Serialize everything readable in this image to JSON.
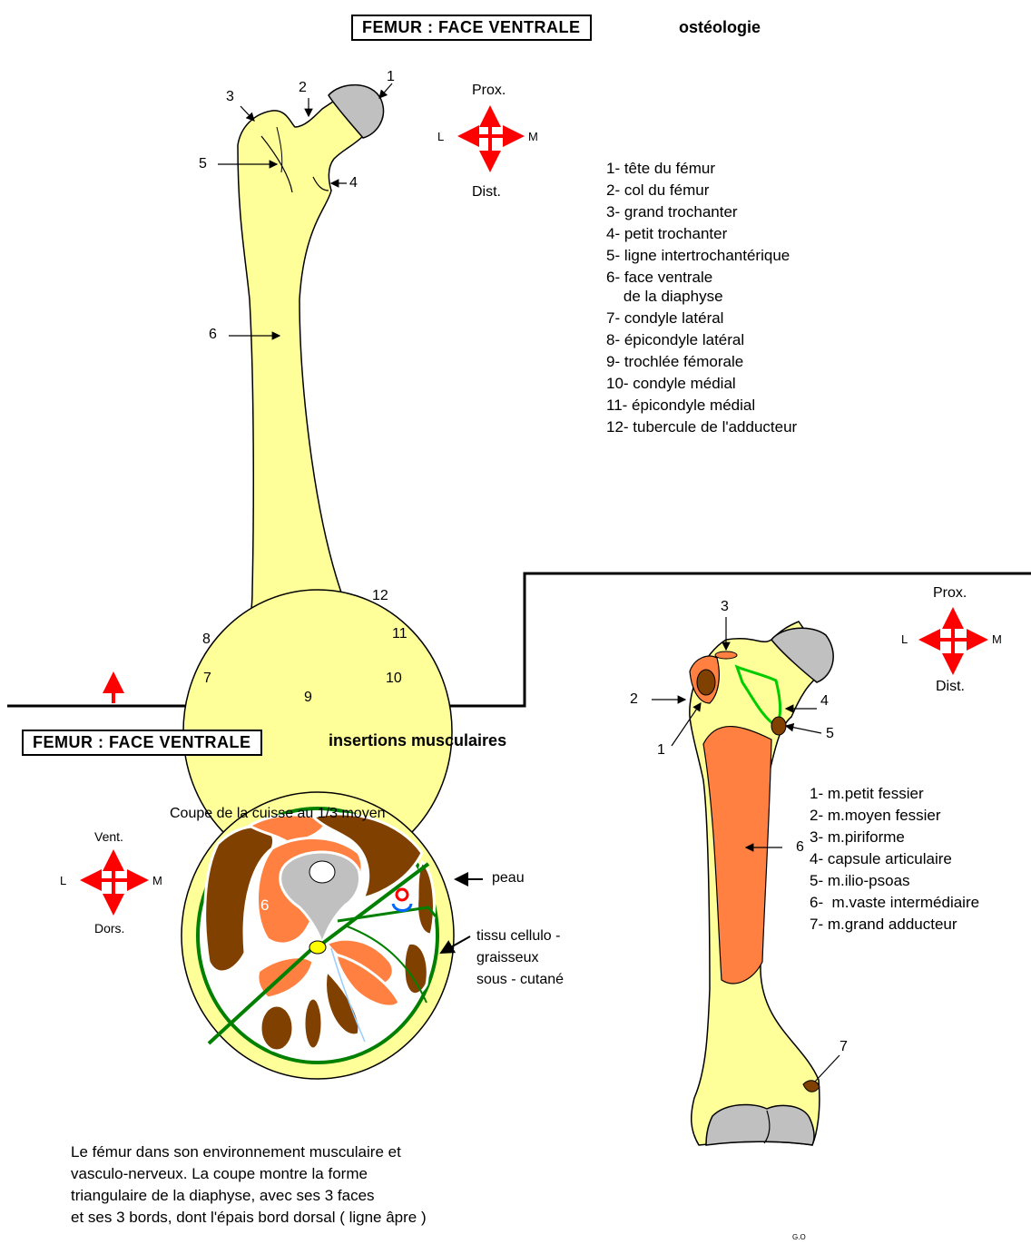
{
  "top": {
    "title": "FEMUR  :  FACE VENTRALE",
    "subtitle": "ostéologie",
    "legend": [
      "1- tête du fémur",
      "2- col du fémur",
      "3- grand trochanter",
      "4- petit trochanter",
      "5- ligne intertrochantérique",
      "6- face ventrale",
      "    de la diaphyse",
      "7- condyle latéral",
      "8- épicondyle latéral",
      "9- trochlée fémorale",
      "10- condyle médial",
      "11- épicondyle médial",
      "12- tubercule de l'adducteur"
    ],
    "labels": {
      "n1": "1",
      "n2": "2",
      "n3": "3",
      "n4": "4",
      "n5": "5",
      "n6": "6",
      "n7": "7",
      "n8": "8",
      "n9": "9",
      "n10": "10",
      "n11": "11",
      "n12": "12"
    }
  },
  "orientation": {
    "prox": "Prox.",
    "dist": "Dist.",
    "l": "L",
    "m": "M",
    "vent": "Vent.",
    "dors": "Dors."
  },
  "bottom": {
    "title": "FEMUR  :  FACE VENTRALE",
    "subtitle": "insertions musculaires",
    "section_title": "Coupe de la cuisse au 1/3 moyen",
    "peau": "peau",
    "tissu": [
      "tissu cellulo -",
      "graisseux",
      "sous - cutané"
    ],
    "section_label6": "6",
    "caption": [
      "Le fémur dans son environnement musculaire et",
      "vasculo-nerveux. La coupe  montre  la forme",
      "triangulaire de la diaphyse, avec ses 3 faces",
      "et ses 3 bords, dont l'épais bord dorsal ( ligne âpre )"
    ],
    "legend": [
      "1- m.petit fessier",
      "2- m.moyen fessier",
      "3- m.piriforme",
      "4- capsule articulaire",
      "5- m.ilio-psoas",
      "6-  m.vaste intermédiaire",
      "7- m.grand adducteur"
    ],
    "labels": {
      "n1": "1",
      "n2": "2",
      "n3": "3",
      "n4": "4",
      "n5": "5",
      "n6": "6",
      "n7": "7"
    },
    "signature": "G.O"
  },
  "colors": {
    "bone": "#ffff99",
    "cartilage": "#c0c0c0",
    "muscle": "#ff8040",
    "dark_muscle": "#804000",
    "red_arrow": "#ff0000",
    "green": "#008000"
  }
}
